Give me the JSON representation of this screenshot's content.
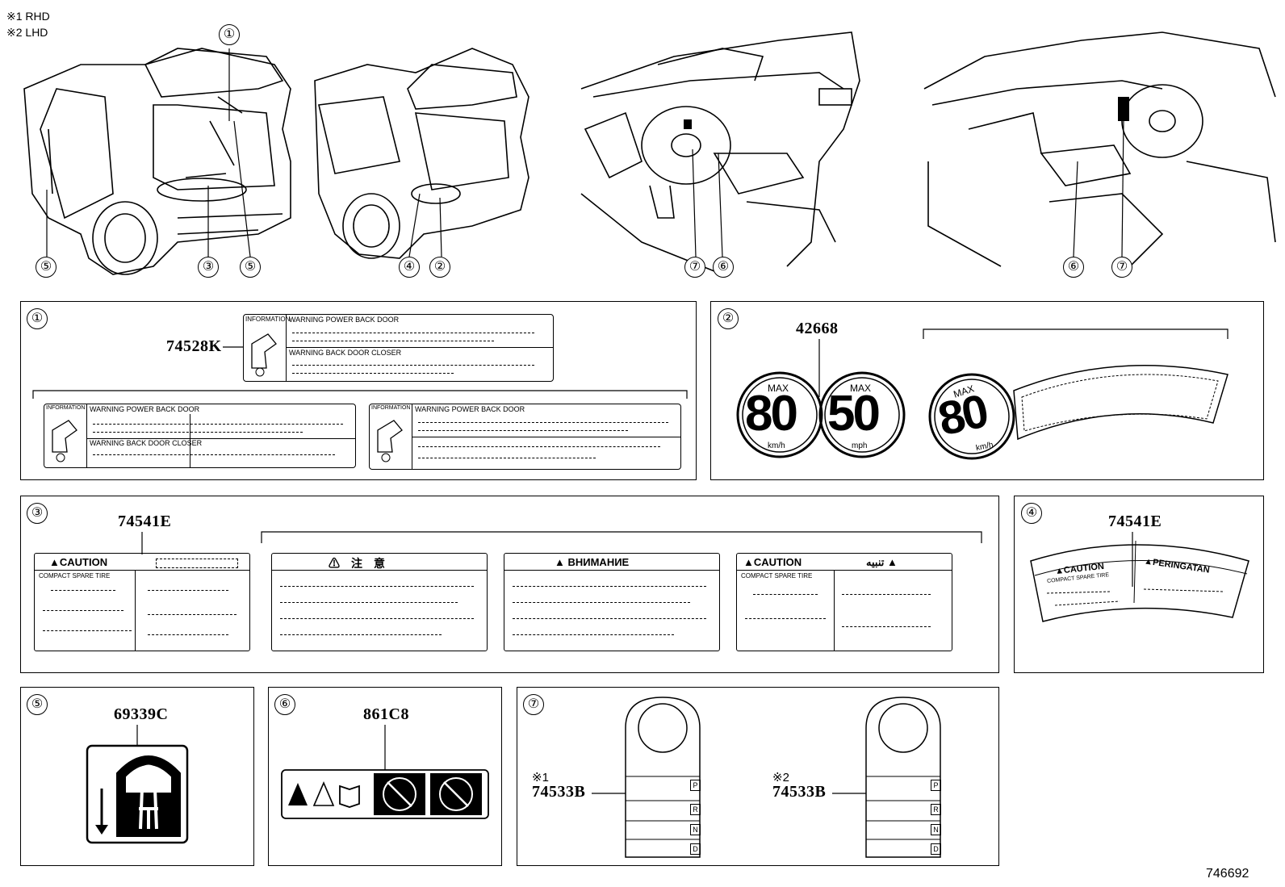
{
  "legend": {
    "rhd": "※1 RHD",
    "lhd": "※2 LHD"
  },
  "overview_callouts": {
    "v1": [
      "①",
      "⑤",
      "③",
      "⑤"
    ],
    "v2": [
      "④",
      "②"
    ],
    "v3": [
      "⑦",
      "⑥"
    ],
    "v4": [
      "⑥",
      "⑦"
    ]
  },
  "panel1": {
    "index": "①",
    "part": "74528K",
    "information": "INFORMATION",
    "warning_power": "WARNING  POWER BACK DOOR",
    "warning_closer": "WARNING  BACK DOOR CLOSER",
    "information2": "INFORMATION",
    "warning_power2": "WARNING POWER BACK DOOR",
    "warning_closer2": "WARNING BACK DOOR CLOSER",
    "information3": "INFORMATION",
    "warning_power3": "WARNING  POWER BACK DOOR"
  },
  "panel2": {
    "index": "②",
    "part": "42668",
    "max": "MAX",
    "speed1": "80",
    "unit1": "km/h",
    "speed2": "50",
    "unit2": "mph",
    "speed3": "80",
    "unit3": "km/h"
  },
  "panel3": {
    "index": "③",
    "part": "74541E",
    "caution": "CAUTION",
    "compact": "COMPACT SPARE TIRE",
    "chinese": "注　意",
    "russian": "ВНИМАНИЕ",
    "caution2": "CAUTION",
    "arabic": "تنبيه",
    "compact2": "COMPACT SPARE TIRE"
  },
  "panel4": {
    "index": "④",
    "part": "74541E",
    "caution": "CAUTION",
    "peringatan": "PERINGATAN",
    "compact": "COMPACT SPARE TIRE"
  },
  "panel5": {
    "index": "⑤",
    "part": "69339C"
  },
  "panel6": {
    "index": "⑥",
    "part": "861C8"
  },
  "panel7": {
    "index": "⑦",
    "note1": "※1",
    "part1": "74533B",
    "note2": "※2",
    "part2": "74533B",
    "gears": [
      "P",
      "R",
      "N",
      "D"
    ]
  },
  "figure_id": "746692"
}
